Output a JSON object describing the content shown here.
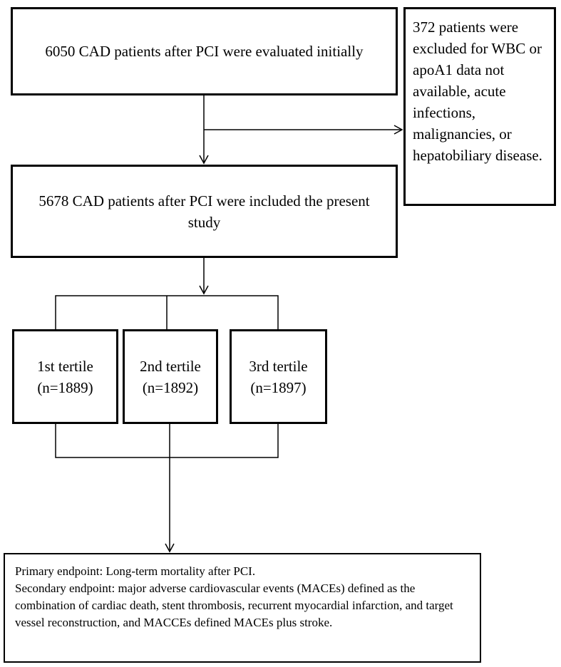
{
  "boxes": {
    "evaluated": "6050 CAD patients after PCI were evaluated initially",
    "excluded": "372 patients were excluded for WBC or apoA1 data not available, acute infections, malignancies, or hepatobiliary disease.",
    "included": "5678 CAD patients after PCI were included the present study",
    "tertiles": [
      {
        "label": "1st tertile",
        "n": "(n=1889)"
      },
      {
        "label": "2nd tertile",
        "n": "(n=1892)"
      },
      {
        "label": "3rd tertile",
        "n": "(n=1897)"
      }
    ],
    "endpoints": {
      "primary": "Primary endpoint: Long-term mortality after PCI.",
      "secondary": "Secondary endpoint: major adverse cardiovascular events (MACEs) defined as the combination of cardiac death, stent thrombosis, recurrent myocardial infarction, and target vessel reconstruction, and MACCEs defined MACEs plus stroke."
    }
  }
}
